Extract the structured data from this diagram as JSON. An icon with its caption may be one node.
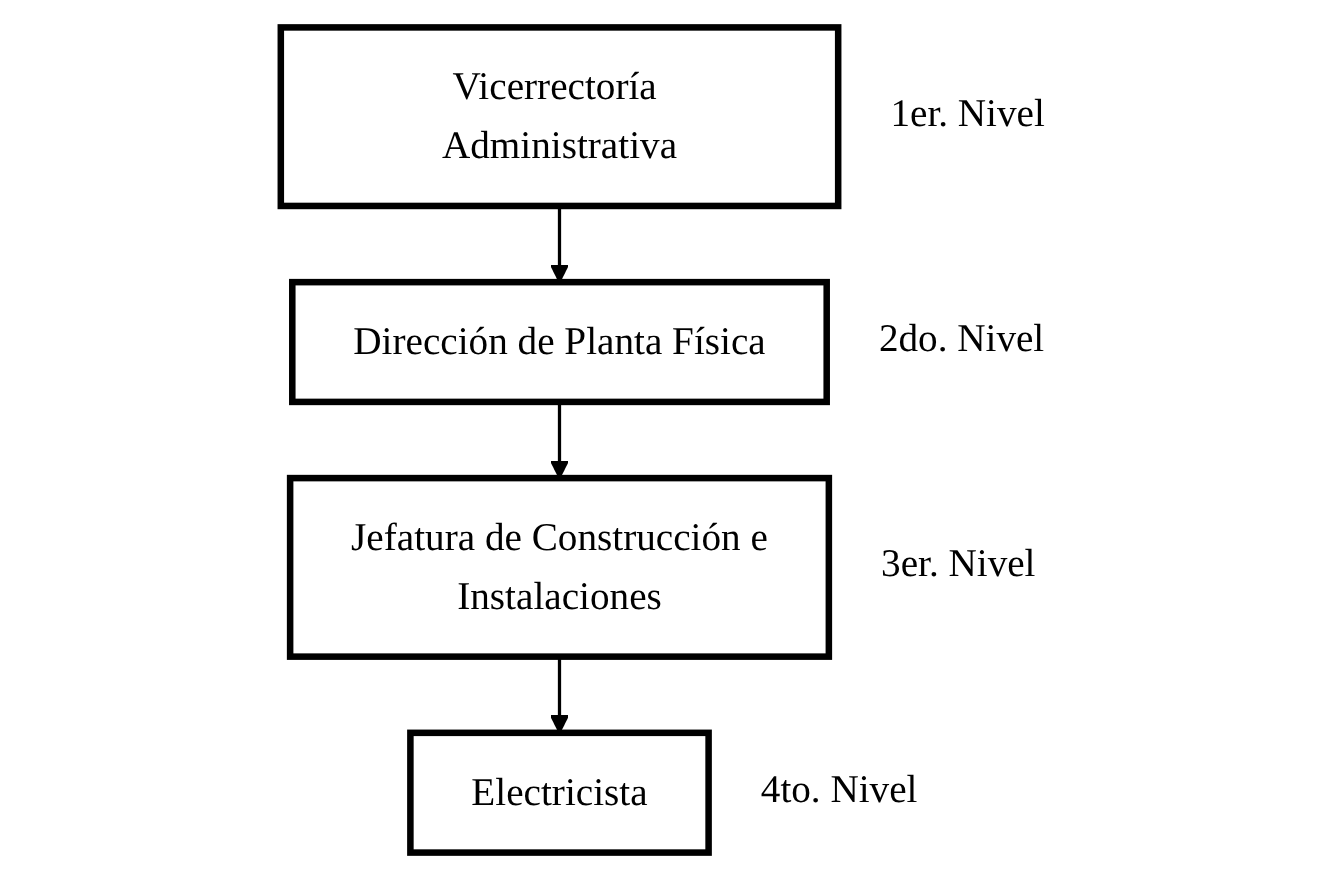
{
  "diagram": {
    "nodes": [
      {
        "text": [
          "Vicerrectoría Administrativa"
        ],
        "beside": [
          "1er. Nivel"
        ]
      },
      {
        "text": [
          "Dirección de Planta Física"
        ],
        "beside": [
          "2do. Nivel"
        ]
      },
      {
        "text": [
          "Jefatura de Construcción e Instalaciones"
        ],
        "beside": [
          "3er. Nivel"
        ]
      },
      {
        "text": [
          "Electricista"
        ],
        "beside": [
          "4to. Nivel"
        ]
      }
    ],
    "edges": [
      {
        "from": 0,
        "to": 1,
        "arrow": "to"
      },
      {
        "from": 1,
        "to": 2,
        "arrow": "to"
      },
      {
        "from": 2,
        "to": 3,
        "arrow": "to"
      }
    ]
  }
}
